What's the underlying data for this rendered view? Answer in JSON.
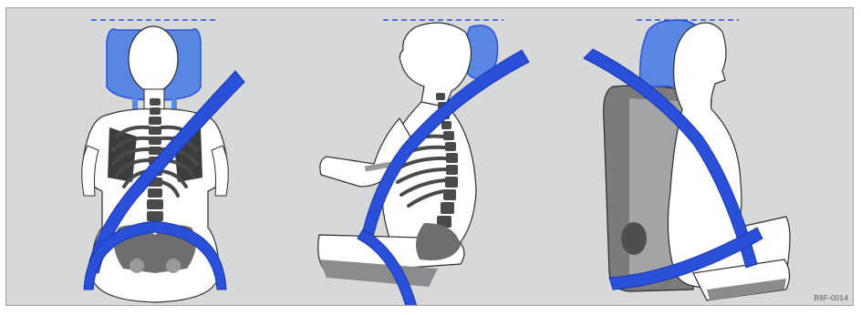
{
  "illustration": {
    "panels": [
      {
        "id": "rear-view"
      },
      {
        "id": "side-view"
      },
      {
        "id": "seated-view"
      }
    ],
    "reference_code": "B9F-0014",
    "colors": {
      "belt": "#2a4fd8",
      "headrest": "#5a86e4",
      "background": "#d7d8da",
      "outline": "#2b2b2b",
      "seat": "#7a7b7d"
    }
  }
}
